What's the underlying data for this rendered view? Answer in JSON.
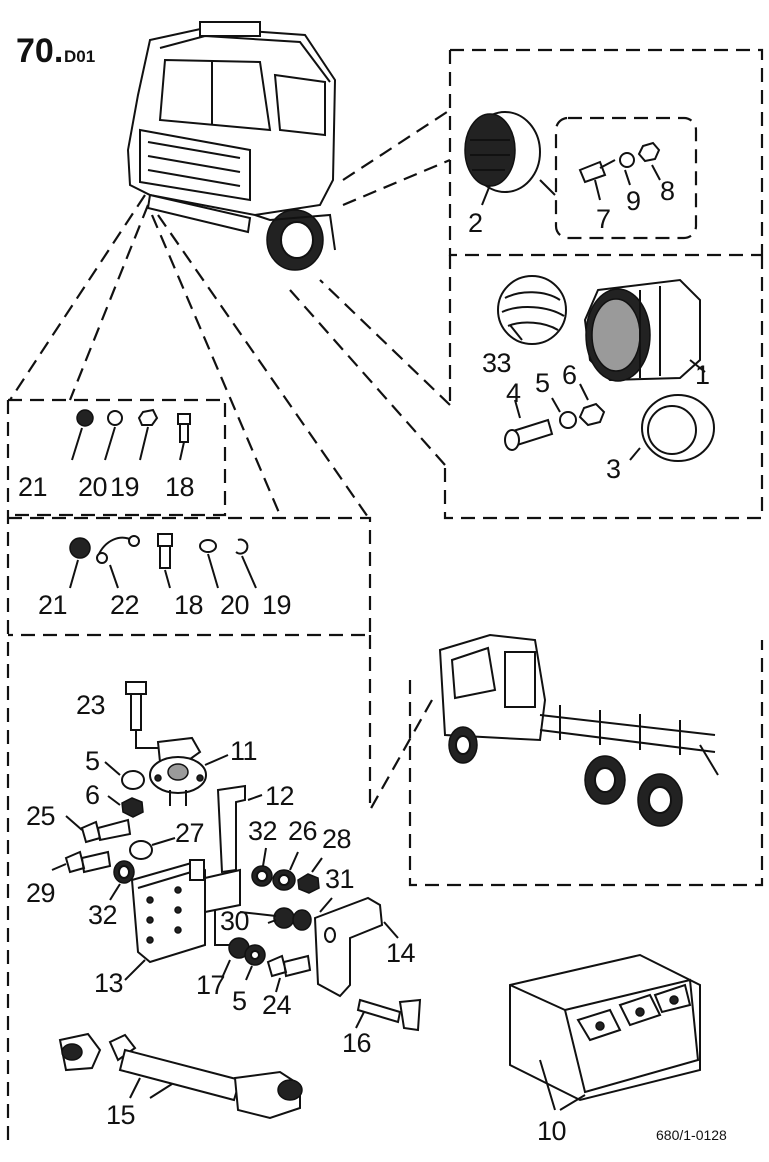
{
  "page": {
    "code": "70.",
    "suffix": "D01",
    "reference": "680/1-0128"
  },
  "callouts": {
    "c2": "2",
    "c7": "7",
    "c9": "9",
    "c8": "8",
    "c33": "33",
    "c1": "1",
    "c4": "4",
    "c5a": "5",
    "c6a": "6",
    "c3": "3",
    "g1_21": "21",
    "g1_20": "20",
    "g1_19": "19",
    "g1_18": "18",
    "g2_21": "21",
    "g2_22": "22",
    "g2_18": "18",
    "g2_20": "20",
    "g2_19": "19",
    "c23": "23",
    "c11": "11",
    "c5b": "5",
    "c6b": "6",
    "c12": "12",
    "c25": "25",
    "c27": "27",
    "c32a": "32",
    "c26": "26",
    "c28": "28",
    "c29": "29",
    "c32b": "32",
    "c31": "31",
    "c30": "30",
    "c14": "14",
    "c13": "13",
    "c17": "17",
    "c5c": "5",
    "c24": "24",
    "c16": "16",
    "c15": "15",
    "c10": "10"
  },
  "icons": [
    "truck-cab-icon",
    "truck-chassis-icon",
    "battery-icon",
    "lamp-icon",
    "bracket-icon",
    "bolt-icon",
    "nut-icon",
    "washer-icon",
    "relay-icon",
    "cable-icon"
  ]
}
